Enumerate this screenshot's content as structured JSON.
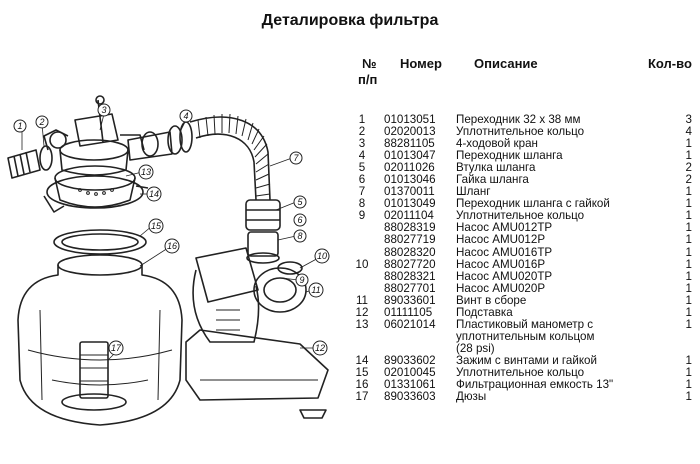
{
  "title": "Деталировка фильтра",
  "headers": {
    "num_line1": "№",
    "num_line2": "п/п",
    "code": "Номер",
    "desc": "Описание",
    "qty": "Кол-во"
  },
  "rows": [
    {
      "num": "1",
      "code": "01013051",
      "desc": "Переходник 32 х 38 мм",
      "qty": "3"
    },
    {
      "num": "2",
      "code": "02020013",
      "desc": "Уплотнительное кольцо",
      "qty": "4"
    },
    {
      "num": "3",
      "code": "88281105",
      "desc": "4-ходовой кран",
      "qty": "1"
    },
    {
      "num": "4",
      "code": "01013047",
      "desc": "Переходник шланга",
      "qty": "1"
    },
    {
      "num": "5",
      "code": "02011026",
      "desc": "Втулка шланга",
      "qty": "2"
    },
    {
      "num": "6",
      "code": "01013046",
      "desc": "Гайка шланга",
      "qty": "2"
    },
    {
      "num": "7",
      "code": "01370011",
      "desc": "Шланг",
      "qty": "1"
    },
    {
      "num": "8",
      "code": "01013049",
      "desc": "Переходник шланга с гайкой",
      "qty": "1"
    },
    {
      "num": "9",
      "code": "02011104",
      "desc": "Уплотнительное кольцо",
      "qty": "1"
    },
    {
      "num": "",
      "code": "88028319",
      "desc": "Насос AMU012TP",
      "qty": "1"
    },
    {
      "num": "",
      "code": "88027719",
      "desc": "Насос AMU012P",
      "qty": "1"
    },
    {
      "num": "",
      "code": "88028320",
      "desc": "Насос AMU016TP",
      "qty": "1"
    },
    {
      "num": "10",
      "code": "88027720",
      "desc": "Насос AMU016P",
      "qty": "1"
    },
    {
      "num": "",
      "code": "88028321",
      "desc": "Насос AMU020TP",
      "qty": "1"
    },
    {
      "num": "",
      "code": "88027701",
      "desc": "Насос AMU020P",
      "qty": "1"
    },
    {
      "num": "11",
      "code": "89033601",
      "desc": "Винт в сборе",
      "qty": "1"
    },
    {
      "num": "12",
      "code": "01111105",
      "desc": "Подставка",
      "qty": "1"
    },
    {
      "num": "13",
      "code": "06021014",
      "desc": "Пластиковый манометр с",
      "qty": "1"
    },
    {
      "num": "",
      "code": "",
      "desc": "уплотнительным кольцом",
      "qty": ""
    },
    {
      "num": "",
      "code": "",
      "desc": "(28 psi)",
      "qty": ""
    },
    {
      "num": "14",
      "code": "89033602",
      "desc": "Зажим с винтами и гайкой",
      "qty": "1"
    },
    {
      "num": "15",
      "code": "02010045",
      "desc": "Уплотнительное кольцо",
      "qty": "1"
    },
    {
      "num": "16",
      "code": "01331061",
      "desc": "Фильтрационная емкость 13\"",
      "qty": "1"
    },
    {
      "num": "17",
      "code": "89033603",
      "desc": "Дюзы",
      "qty": "1"
    }
  ],
  "callouts": [
    "1",
    "2",
    "3",
    "4",
    "5",
    "6",
    "7",
    "8",
    "9",
    "10",
    "11",
    "12",
    "13",
    "14",
    "15",
    "16",
    "17"
  ]
}
